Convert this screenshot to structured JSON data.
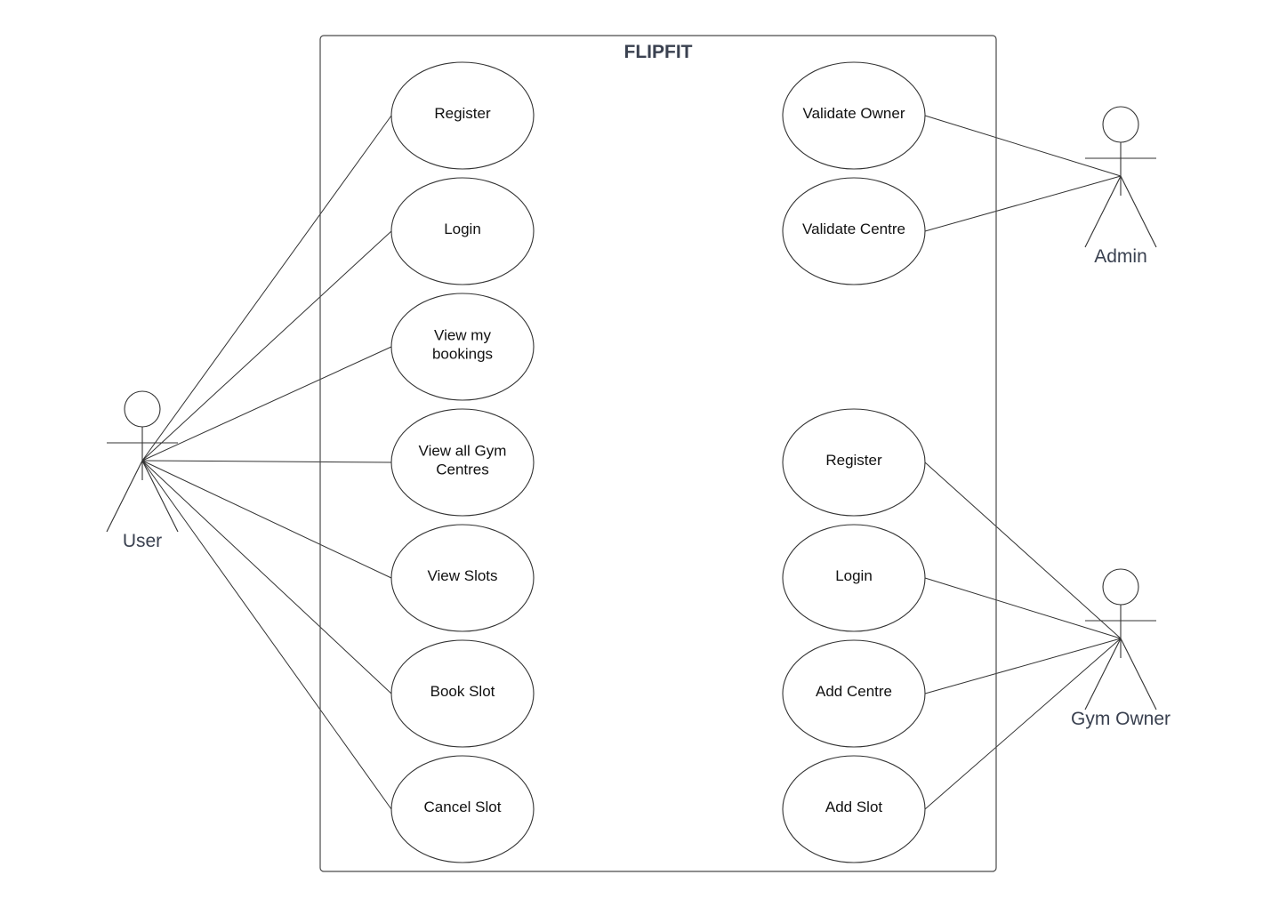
{
  "diagram": {
    "system_name": "FLIPFIT",
    "colors": {
      "line": "#333333",
      "label": "#3a4150",
      "background": "#ffffff"
    },
    "actors": [
      {
        "id": "user",
        "label": "User"
      },
      {
        "id": "admin",
        "label": "Admin"
      },
      {
        "id": "gym_owner",
        "label": "Gym Owner"
      }
    ],
    "use_cases": [
      {
        "id": "u_register",
        "lines": [
          "Register"
        ]
      },
      {
        "id": "u_login",
        "lines": [
          "Login"
        ]
      },
      {
        "id": "u_view_bookings",
        "lines": [
          "View my",
          "bookings"
        ]
      },
      {
        "id": "u_view_centres",
        "lines": [
          "View all Gym",
          "Centres"
        ]
      },
      {
        "id": "u_view_slots",
        "lines": [
          "View Slots"
        ]
      },
      {
        "id": "u_book_slot",
        "lines": [
          "Book Slot"
        ]
      },
      {
        "id": "u_cancel_slot",
        "lines": [
          "Cancel Slot"
        ]
      },
      {
        "id": "a_validate_owner",
        "lines": [
          "Validate Owner"
        ]
      },
      {
        "id": "a_validate_centre",
        "lines": [
          "Validate Centre"
        ]
      },
      {
        "id": "o_register",
        "lines": [
          "Register"
        ]
      },
      {
        "id": "o_login",
        "lines": [
          "Login"
        ]
      },
      {
        "id": "o_add_centre",
        "lines": [
          "Add Centre"
        ]
      },
      {
        "id": "o_add_slot",
        "lines": [
          "Add Slot"
        ]
      }
    ],
    "associations": [
      {
        "actor": "user",
        "use_case": "u_register"
      },
      {
        "actor": "user",
        "use_case": "u_login"
      },
      {
        "actor": "user",
        "use_case": "u_view_bookings"
      },
      {
        "actor": "user",
        "use_case": "u_view_centres"
      },
      {
        "actor": "user",
        "use_case": "u_view_slots"
      },
      {
        "actor": "user",
        "use_case": "u_book_slot"
      },
      {
        "actor": "user",
        "use_case": "u_cancel_slot"
      },
      {
        "actor": "admin",
        "use_case": "a_validate_owner"
      },
      {
        "actor": "admin",
        "use_case": "a_validate_centre"
      },
      {
        "actor": "gym_owner",
        "use_case": "o_register"
      },
      {
        "actor": "gym_owner",
        "use_case": "o_login"
      },
      {
        "actor": "gym_owner",
        "use_case": "o_add_centre"
      },
      {
        "actor": "gym_owner",
        "use_case": "o_add_slot"
      }
    ]
  }
}
